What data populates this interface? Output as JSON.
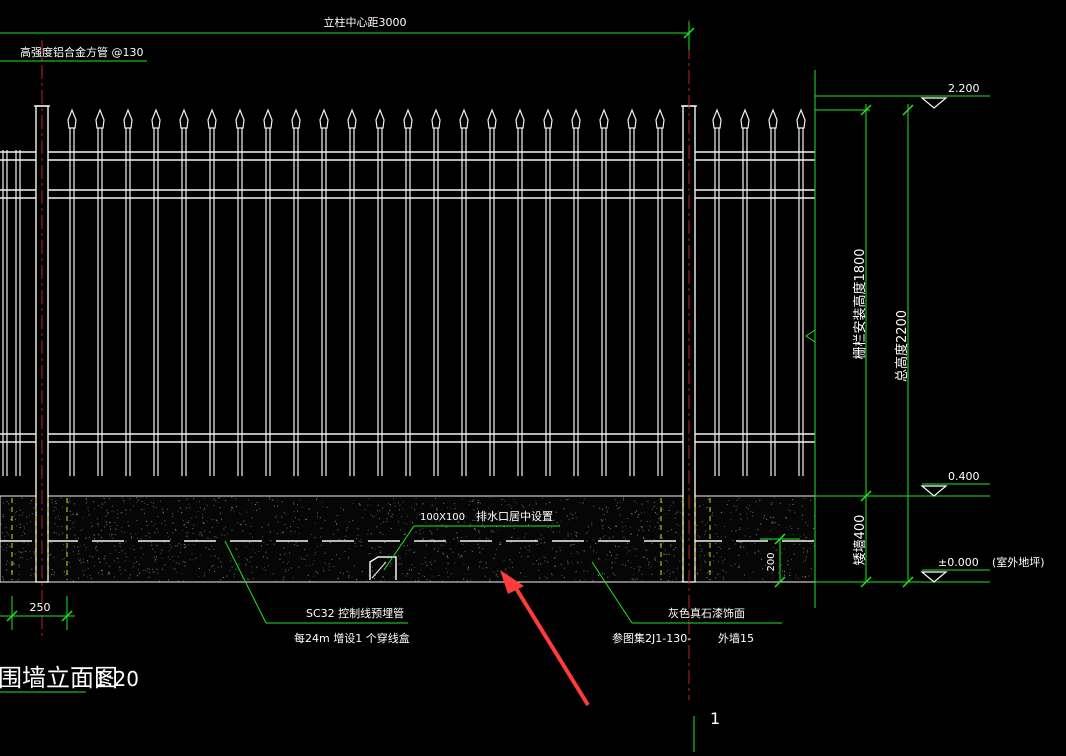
{
  "colors": {
    "background": "#000000",
    "lines": "#f2f2f2",
    "dimension": "#1ee61e",
    "center_line": "#c81e1e",
    "text": "#ffffff",
    "arrow": "#ff3b3b",
    "wall_speckle": "#bdbdbd",
    "hidden_line": "#d8d820"
  },
  "labels": {
    "top_dimension": "立柱中心距3000",
    "material_note": "高强度铝合金方管 @130",
    "elev_top": "2.200",
    "elev_mid": "0.400",
    "elev_ground": "±0.000",
    "ground_note": "(室外地坪)",
    "railing_height": "栅栏安装高度1800",
    "total_height": "总高度2200",
    "base_wall": "矮墙400",
    "drain_size": "100X100",
    "drain_note": "排水口居中设置",
    "dim_200": "200",
    "dim_250": "250",
    "conduit_line1": "SC32  控制线预埋管",
    "conduit_line2": "每24m  增设1 个穿线盒",
    "finish_line1": "灰色真石漆饰面",
    "finish_line2": "参图集2J1-130-",
    "finish_line3": "外墙15",
    "drawing_title": "围墙立面图",
    "drawing_scale": "1:20",
    "sheet_number": "1"
  }
}
